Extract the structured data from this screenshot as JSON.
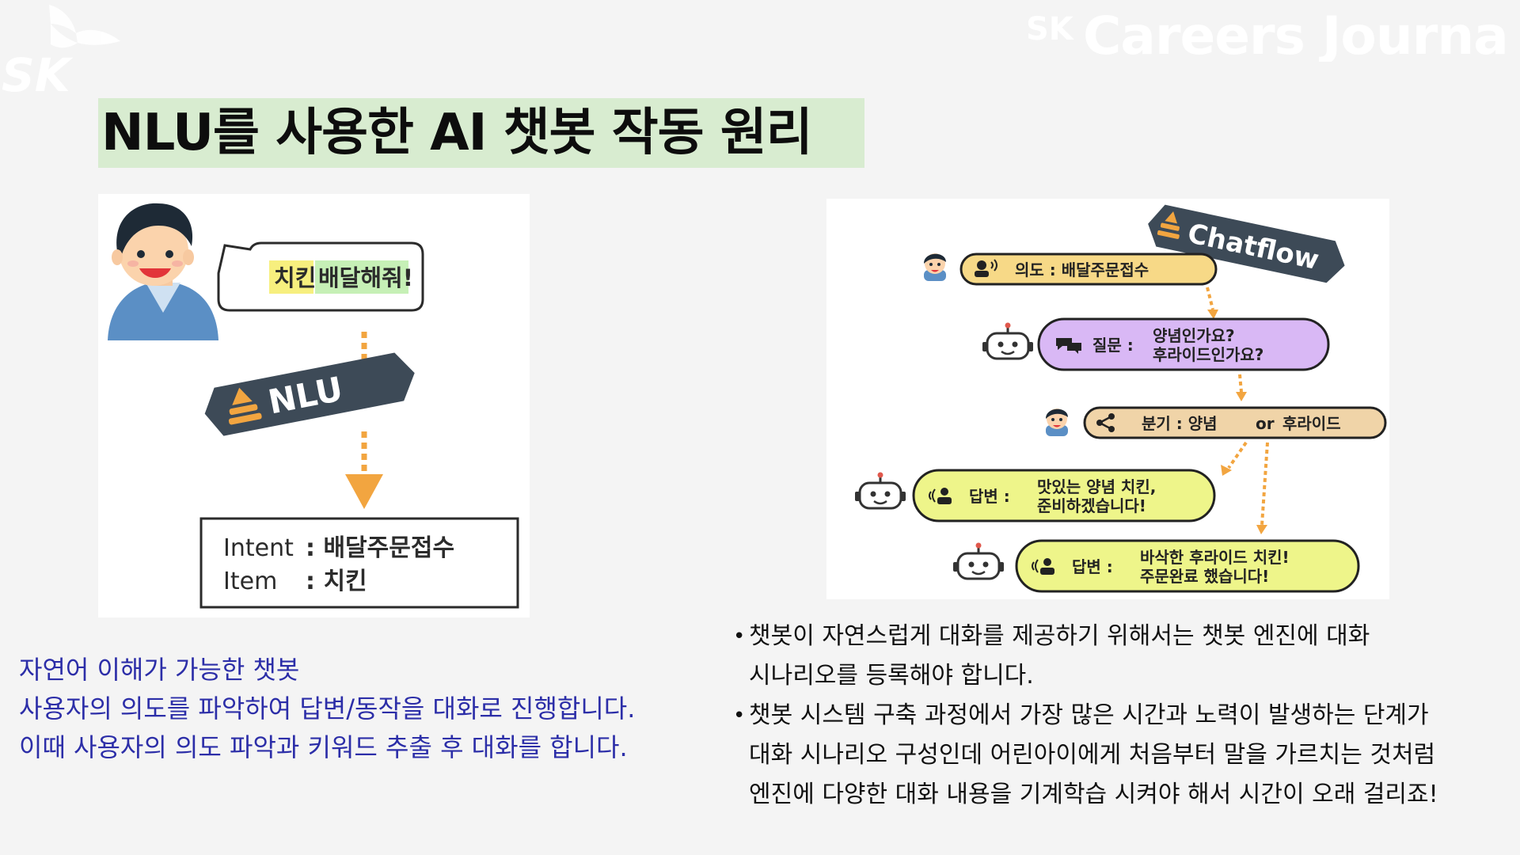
{
  "brand": {
    "logo_text": "SK",
    "journal_prefix": "SK",
    "journal_name": "Careers Journal"
  },
  "title": "NLU를 사용한 AI 챗봇 작동 원리",
  "left_diagram": {
    "speech_part1": "치킨",
    "speech_part2": "배달해줘!",
    "engine_label": "NLU",
    "intent_key": "Intent",
    "intent_value": ": 배달주문접수",
    "item_key": "Item",
    "item_value": ": 치킨",
    "colors": {
      "highlight_yellow": "#f7ef7e",
      "highlight_green": "#c6f0b6",
      "arrow": "#f2a540",
      "badge": "#3d4a57"
    }
  },
  "right_diagram": {
    "tag": "Chatflow",
    "steps": [
      {
        "label": "의도 : 배달주문접수",
        "actor": "user"
      },
      {
        "label": "질문 :",
        "line1": "양념인가요?",
        "line2": "후라이드인가요?",
        "actor": "bot"
      },
      {
        "label": "분기 : 양념",
        "or": "or",
        "after": "후라이드",
        "actor": "user"
      },
      {
        "label": "답변 :",
        "line1": "맛있는 양념 치킨,",
        "line2": "준비하겠습니다!",
        "actor": "bot"
      },
      {
        "label": "답변 :",
        "line1": "바삭한 후라이드 치킨!",
        "line2": "주문완료 했습니다!",
        "actor": "bot"
      }
    ],
    "colors": {
      "intent": "#f7d987",
      "question": "#d9b8f5",
      "branch": "#f0d4a8",
      "answer": "#eef58a",
      "outline": "#222222",
      "badge": "#3d4a57"
    }
  },
  "caption_left": [
    "자연어 이해가 가능한 챗봇",
    "사용자의 의도를 파악하여 답변/동작을 대화로 진행합니다.",
    "이때 사용자의 의도 파악과 키워드 추출 후 대화를 합니다."
  ],
  "bullets": [
    [
      "챗봇이 자연스럽게 대화를 제공하기 위해서는 챗봇 엔진에 대화",
      "시나리오를 등록해야 합니다."
    ],
    [
      "챗봇 시스템 구축 과정에서 가장 많은 시간과 노력이 발생하는 단계가",
      "대화 시나리오 구성인데 어린아이에게 처음부터 말을 가르치는 것처럼",
      "엔진에 다양한 대화 내용을 기계학습 시켜야 해서 시간이 오래 걸리죠!"
    ]
  ]
}
